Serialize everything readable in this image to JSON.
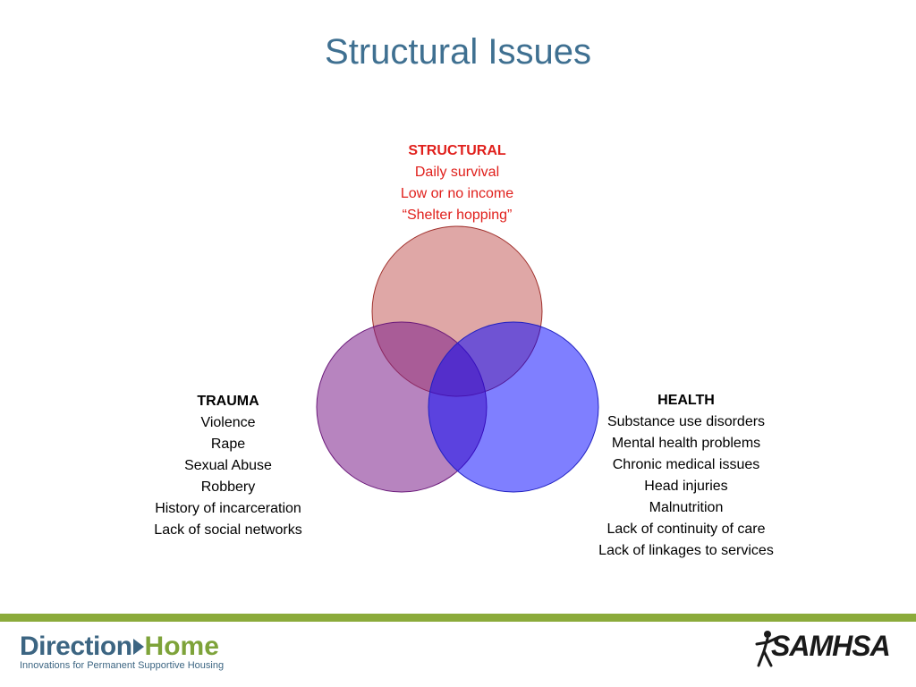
{
  "title": "Structural Issues",
  "structural": {
    "heading": "STRUCTURAL",
    "lines": [
      "Daily survival",
      "Low or no income",
      "“Shelter hopping”"
    ]
  },
  "trauma": {
    "heading": "TRAUMA",
    "lines": [
      "Violence",
      "Rape",
      "Sexual Abuse",
      "Robbery",
      "History of incarceration",
      "Lack of social networks"
    ]
  },
  "health": {
    "heading": "HEALTH",
    "lines": [
      "Substance use disorders",
      "Mental health problems",
      "Chronic medical issues",
      "Head injuries",
      "Malnutrition",
      "Lack of continuity of care",
      "Lack of linkages to services"
    ]
  },
  "colors": {
    "title": "#3f7091",
    "structural_text": "#e0201c",
    "structural_circle": "#c0504d",
    "trauma_circle": "#7b1f8a",
    "health_circle": "#0000ff",
    "footer_bar": "#8bab3b"
  },
  "footer": {
    "left_logo": {
      "word1": "Direction",
      "word2": "Home",
      "tagline": "Innovations for Permanent Supportive Housing"
    },
    "right_logo": {
      "word": "SAMHSA",
      "icon": "figure-icon"
    }
  }
}
